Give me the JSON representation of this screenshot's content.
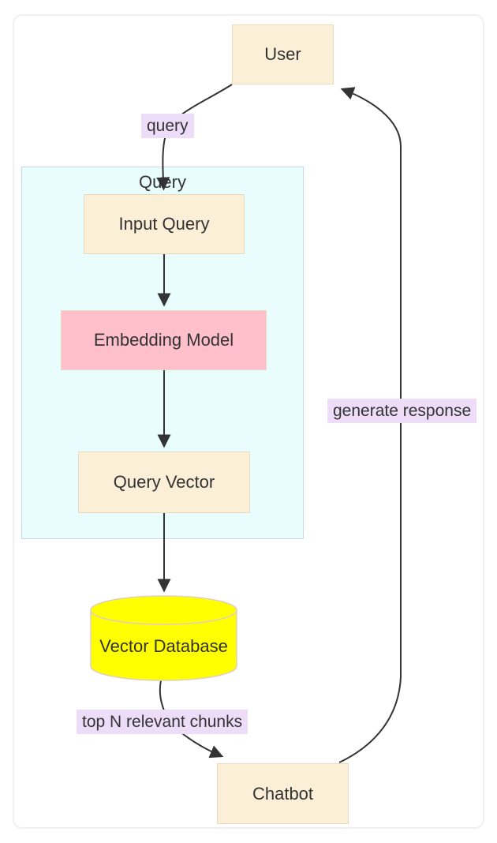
{
  "diagram": {
    "type": "flowchart",
    "direction": "top-down",
    "nodes": [
      {
        "id": "user",
        "label": "User",
        "shape": "rect",
        "fill": "#fcefd8"
      },
      {
        "id": "input-query",
        "label": "Input Query",
        "shape": "rect",
        "fill": "#fcefd8"
      },
      {
        "id": "embedding-model",
        "label": "Embedding Model",
        "shape": "rect",
        "fill": "#ffc0cb"
      },
      {
        "id": "query-vector",
        "label": "Query Vector",
        "shape": "rect",
        "fill": "#fcefd8"
      },
      {
        "id": "vector-db",
        "label": "Vector Database",
        "shape": "cylinder",
        "fill": "#ffff00"
      },
      {
        "id": "chatbot",
        "label": "Chatbot",
        "shape": "rect",
        "fill": "#fcefd8"
      }
    ],
    "subgraph": {
      "title": "Query",
      "contains": [
        "input-query",
        "embedding-model",
        "query-vector"
      ],
      "fill": "#e9fcfe",
      "border": "#c9d6ec"
    },
    "edges": [
      {
        "from": "user",
        "to": "input-query",
        "label": "query"
      },
      {
        "from": "input-query",
        "to": "embedding-model",
        "label": ""
      },
      {
        "from": "embedding-model",
        "to": "query-vector",
        "label": ""
      },
      {
        "from": "query-vector",
        "to": "vector-db",
        "label": ""
      },
      {
        "from": "vector-db",
        "to": "chatbot",
        "label": "top N relevant chunks"
      },
      {
        "from": "chatbot",
        "to": "user",
        "label": "generate response"
      }
    ],
    "colors": {
      "node_border": "#e8dbbd",
      "cylinder_border": "#e0cfc0",
      "edge_line": "#333333",
      "edge_label_bg": "#eeddf9",
      "text": "#333333",
      "frame_border": "#f0f0f0"
    }
  }
}
